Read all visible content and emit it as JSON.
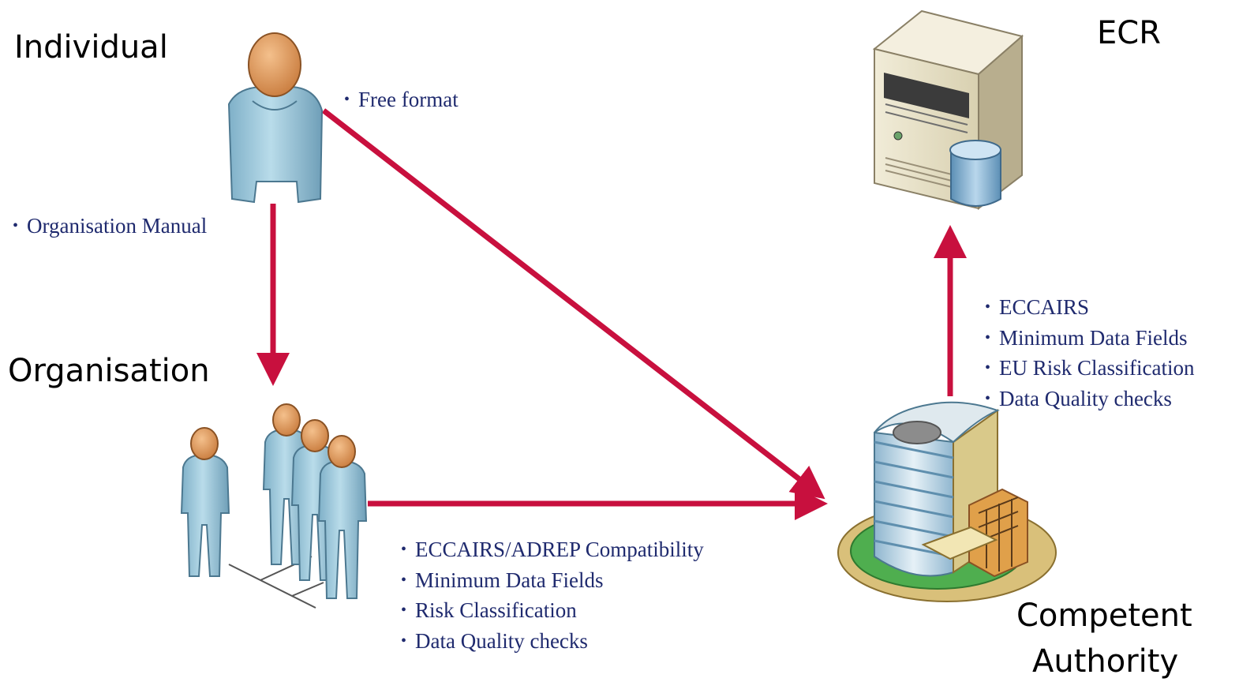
{
  "nodes": {
    "individual": "Individual",
    "ecr": "ECR",
    "organisation": "Organisation",
    "competent_authority_line1": "Competent",
    "competent_authority_line2": "Authority"
  },
  "edges": {
    "individual_to_authority": [
      "Free format"
    ],
    "individual_to_organisation": [
      "Organisation Manual"
    ],
    "organisation_to_authority": [
      "ECCAIRS/ADREP Compatibility",
      "Minimum Data Fields",
      "Risk Classification",
      "Data Quality checks"
    ],
    "authority_to_ecr": [
      "ECCAIRS",
      "Minimum Data Fields",
      "EU Risk Classification",
      "Data Quality checks"
    ]
  },
  "colors": {
    "arrow": "#c8103e",
    "bullet_text": "#1f2a6e",
    "label_text": "#000000",
    "person_body": "#a7cfe0",
    "person_head": "#e7a56a"
  },
  "icons": [
    "person-icon",
    "group-icon",
    "server-icon",
    "database-icon",
    "building-icon"
  ]
}
